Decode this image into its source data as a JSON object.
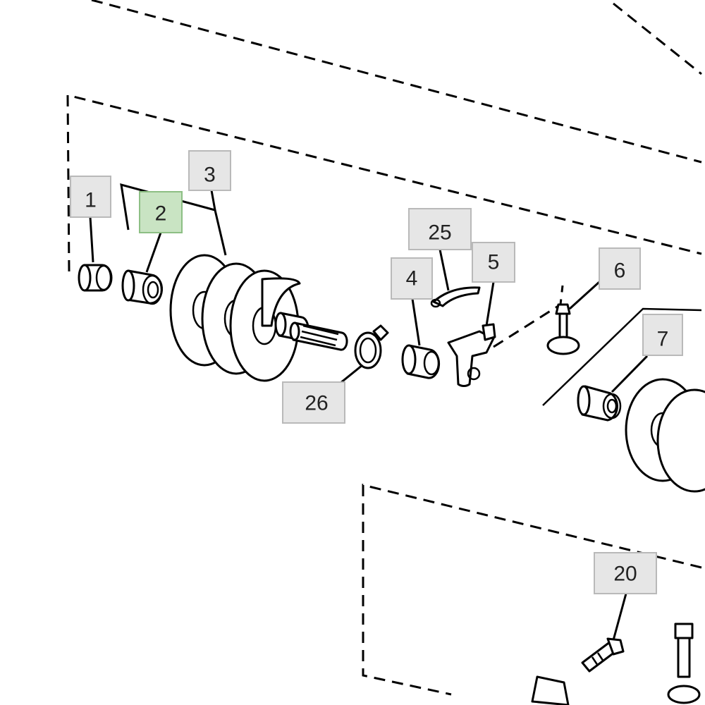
{
  "diagram": {
    "title": "",
    "selected_callout": "2",
    "colors": {
      "callout_fill": "#e6e6e6",
      "callout_border": "#b9b9b9",
      "selected_fill": "#c9e4c3",
      "selected_border": "#8dbf84",
      "line": "#000000"
    },
    "callouts": {
      "c1": "1",
      "c2": "2",
      "c3": "3",
      "c4": "4",
      "c5": "5",
      "c6": "6",
      "c7": "7",
      "c20": "20",
      "c25": "25",
      "c26": "26"
    }
  }
}
